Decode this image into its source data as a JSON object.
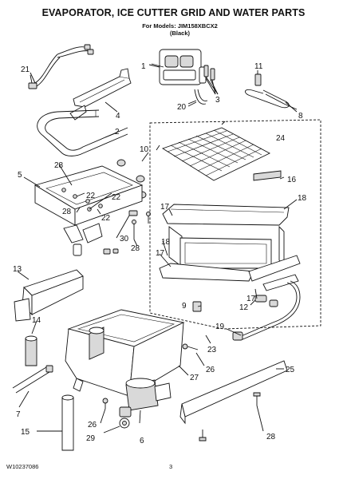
{
  "title": "EVAPORATOR, ICE CUTTER GRID AND WATER PARTS",
  "models_line": "For Models: JIM158XBCX2",
  "color_line": "(Black)",
  "doc_number": "W10237086",
  "page_number": "3",
  "callouts": [
    "1",
    "2",
    "3",
    "4",
    "5",
    "6",
    "7",
    "8",
    "9",
    "10",
    "11",
    "12",
    "13",
    "14",
    "15",
    "16",
    "17",
    "17",
    "17",
    "18",
    "18",
    "19",
    "20",
    "21",
    "22",
    "22",
    "22",
    "23",
    "24",
    "25",
    "26",
    "26",
    "27",
    "28",
    "28",
    "28",
    "28",
    "29",
    "30"
  ]
}
